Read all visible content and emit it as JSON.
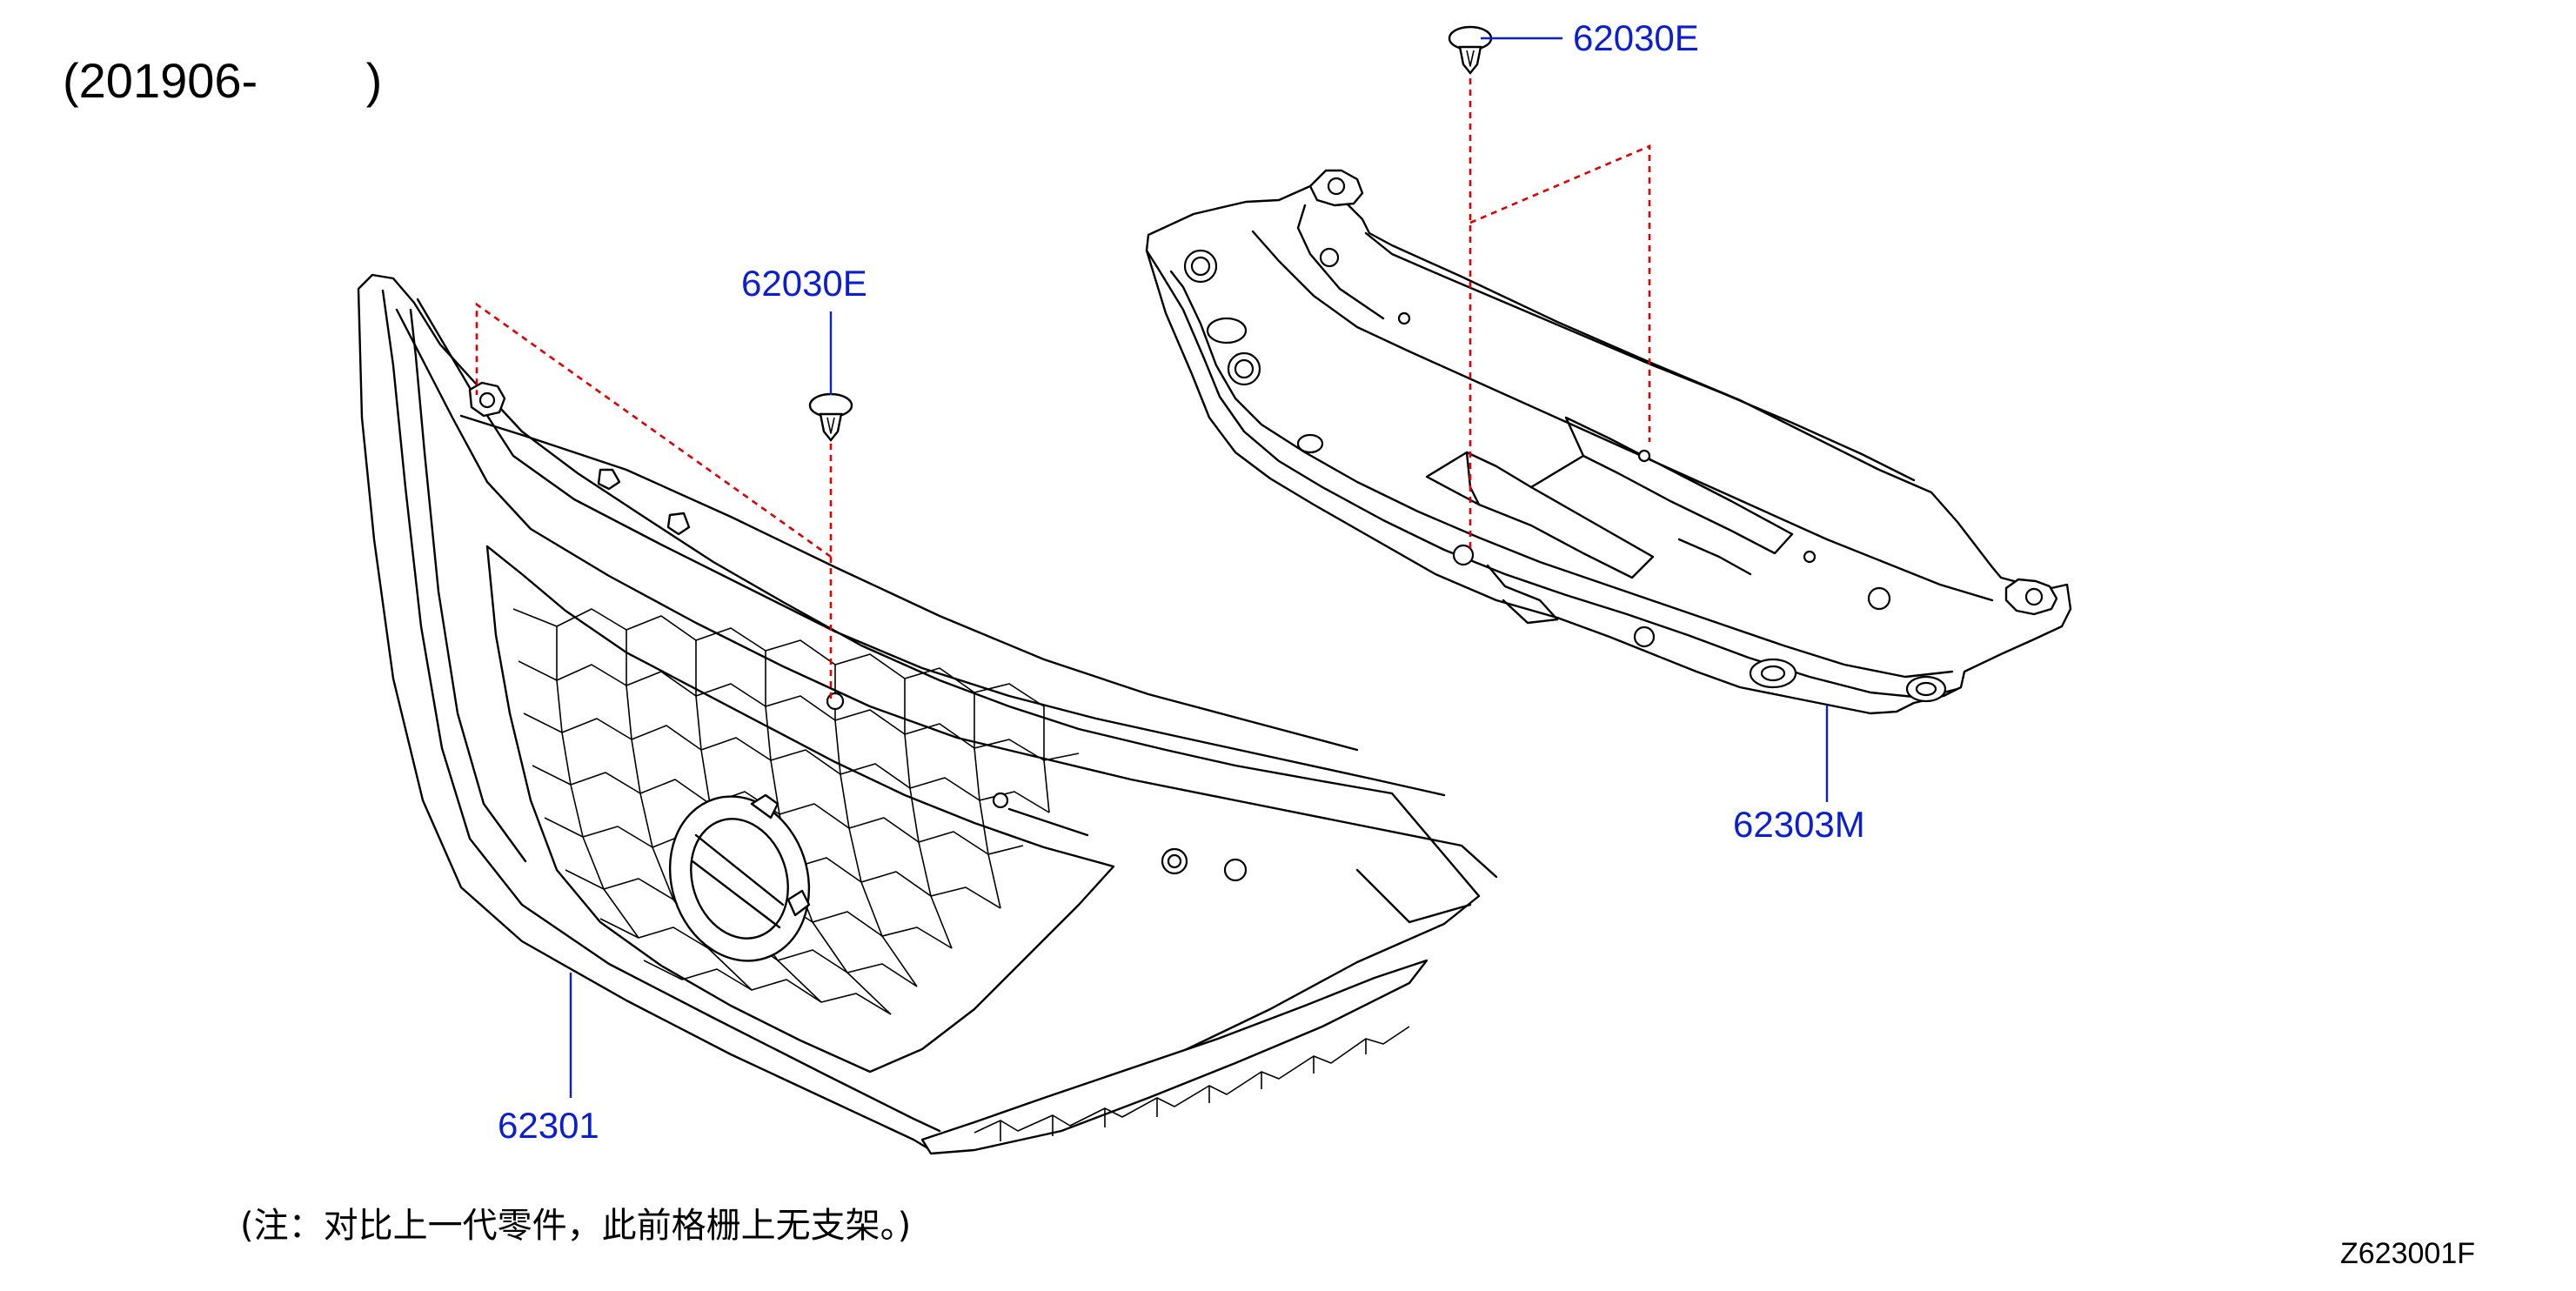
{
  "date_range": "(201906-        )",
  "note": "(注：对比上一代零件，此前格栅上无支架。)",
  "diagram_code": "Z623001F",
  "parts": {
    "clip_top": "62030E",
    "clip_left": "62030E",
    "grille_bracket": "62303M",
    "grille": "62301"
  },
  "colors": {
    "label": "#0b1fd0",
    "guide_line": "#e00000",
    "outline": "#000000"
  }
}
